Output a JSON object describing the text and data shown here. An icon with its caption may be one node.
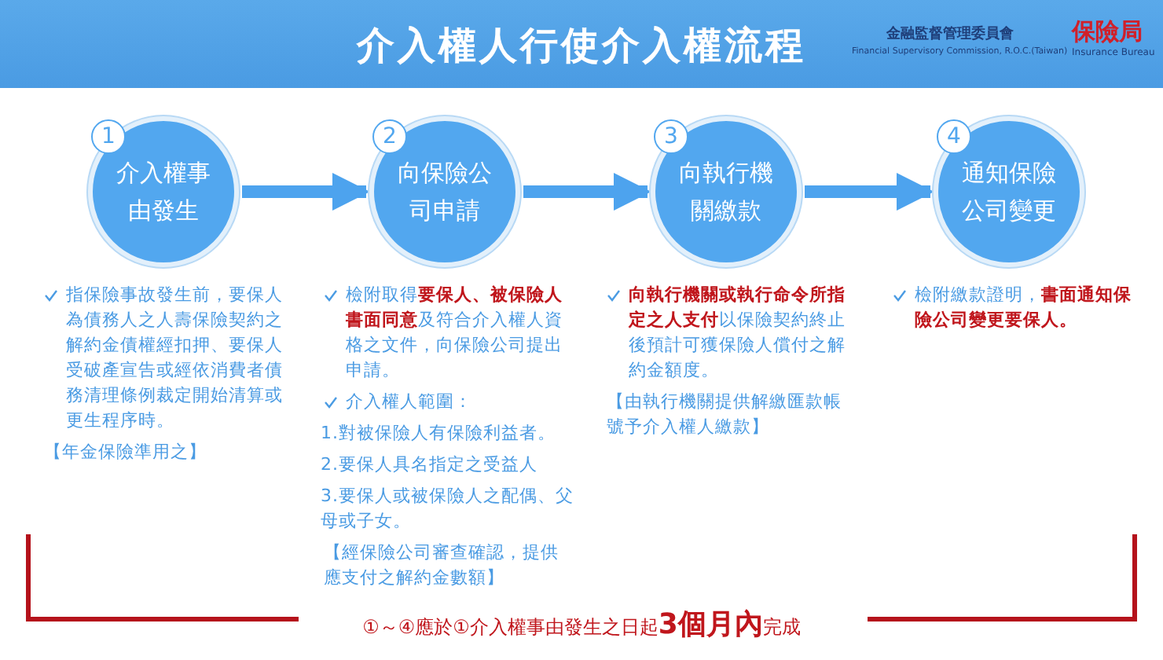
{
  "diagram": {
    "title": "介入權人行使介入權流程",
    "nodes": [
      {
        "text": [
          "1",
          "介入權事由發生"
        ]
      },
      {
        "text": [
          "2",
          "向保險公司申請"
        ]
      },
      {
        "text": [
          "3",
          "向執行機關繳款"
        ]
      },
      {
        "text": [
          "4",
          "通知保險公司變更"
        ]
      }
    ],
    "edges": [
      {
        "from": 0,
        "to": 1,
        "arrow": "to"
      },
      {
        "from": 1,
        "to": 2,
        "arrow": "to"
      },
      {
        "from": 2,
        "to": 3,
        "arrow": "to"
      }
    ],
    "labels": [
      "金融監督管理委員會",
      "Financial Supervisory Commission, R.O.C.(Taiwan)",
      "保險局",
      "Insurance Bureau",
      "指保險事故發生前，要保人為債務人之人壽保險契約之解約金債權經扣押、要保人受破產宣告或經依消費者債務清理條例裁定開始清算或更生程序時。",
      "【年金保險準用之】",
      "檢附取得**要保人、被保險人書面同意**及符合介入權人資格之文件，向保險公司提出申請。",
      "介入權人範圍：",
      "1.對被保險人有保險利益者。",
      "2.要保人具名指定之受益人",
      "3.要保人或被保險人之配偶、父母或子女。",
      "【經保險公司審查確認，提供應支付之解約金數額】",
      "**向執行機關或執行命令所指定之人支付**以保險契約終止後預計可獲保險人償付之解約金額度。",
      "【由執行機關提供解繳匯款帳號予介入權人繳款】",
      "檢附繳款證明，**書面通知保險公司變更要保人。**",
      "①～④應於①介入權事由發生之日起**3個月內**完成"
    ]
  }
}
